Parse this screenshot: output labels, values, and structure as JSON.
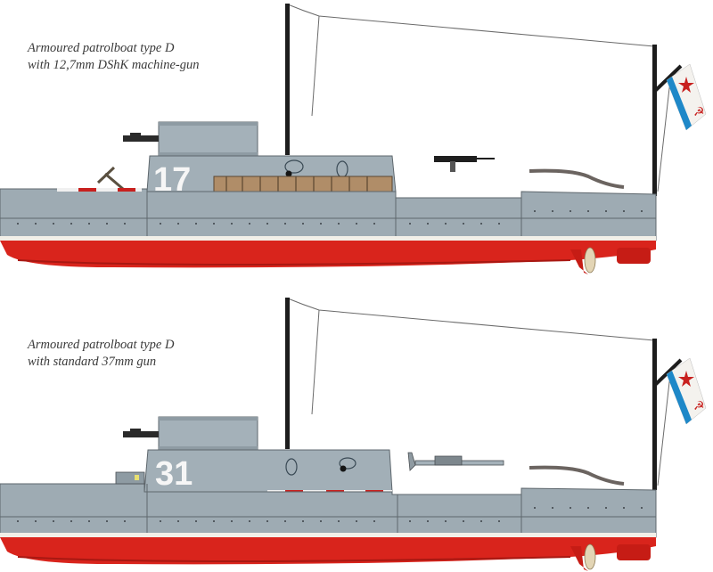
{
  "illustration": {
    "colors": {
      "hull_grey": "#9eabb3",
      "hull_grey_dark": "#7f8c94",
      "boot_white": "#f2efe8",
      "bottom_red": "#d9241c",
      "bottom_red_dark": "#a81812",
      "planking": "#b08d68",
      "rivet": "#3c4146",
      "mast": "#1d1d1d",
      "flag_blue": "#1e88c8",
      "flag_red": "#c8201e",
      "propeller": "#e3d5b5"
    },
    "plates": [
      {
        "caption": {
          "line1": "Armoured patrolboat type D",
          "line2": "with 12,7mm DShK machine-gun"
        },
        "hull_number": "17",
        "turret_weapon": "machine-gun",
        "deck_weapon": "DShK machine-gun",
        "has_deck_planking": true,
        "flag": "soviet-naval-ensign"
      },
      {
        "caption": {
          "line1": "Armoured patrolboat type D",
          "line2": "with standard 37mm gun"
        },
        "hull_number": "31",
        "turret_weapon": "machine-gun",
        "deck_weapon": "37mm gun",
        "has_deck_planking": false,
        "flag": "soviet-naval-ensign"
      }
    ]
  }
}
